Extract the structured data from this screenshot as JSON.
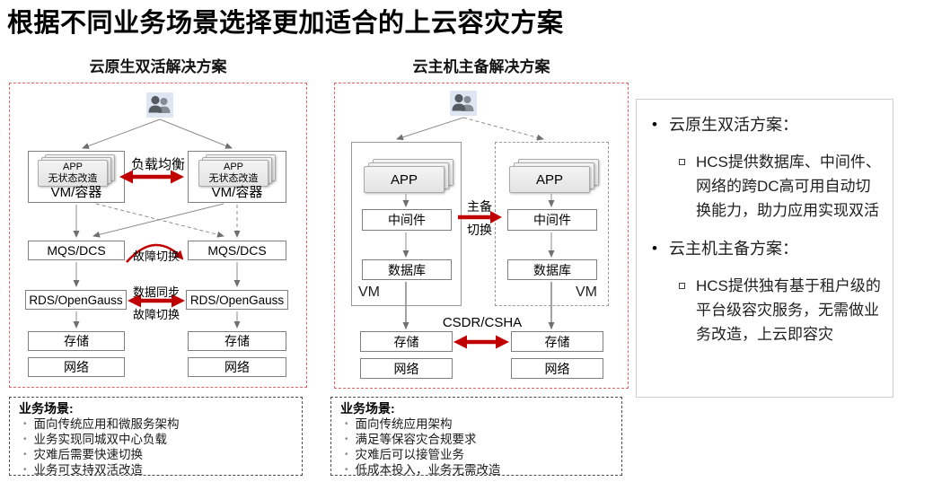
{
  "title": "根据不同业务场景选择更加适合的上云容灾方案",
  "colors": {
    "accent_red": "#c00000",
    "frame_dashed_red": "#e06666",
    "node_border_gray": "#7f7f7f",
    "user_icon_bg": "#dde6f1"
  },
  "left_solution": {
    "header": "云原生双活解决方案",
    "app_card": {
      "line1": "APP",
      "line2": "无状态改造"
    },
    "vm_label": "VM/容器",
    "load_balance_label": "负载均衡",
    "mqs_label": "MQS/DCS",
    "failover_label": "故障切换",
    "rds_label": "RDS/OpenGauss",
    "sync_label_line1": "数据同步",
    "sync_label_line2": "故障切换",
    "storage_label": "存储",
    "network_label": "网络",
    "scenario": {
      "heading": "业务场景:",
      "items": [
        "面向传统应用和微服务架构",
        "业务实现同城双中心负载",
        "灾难后需要快速切换",
        "业务可支持双活改造"
      ]
    }
  },
  "middle_solution": {
    "header": "云主机主备解决方案",
    "app_label": "APP",
    "middleware_label": "中间件",
    "database_label": "数据库",
    "vm_label": "VM",
    "switch_label_line1": "主备",
    "switch_label_line2": "切换",
    "storage_link_label": "CSDR/CSHA",
    "storage_label": "存储",
    "network_label": "网络",
    "scenario": {
      "heading": "业务场景:",
      "items": [
        "面向传统应用架构",
        "满足等保容灾合规要求",
        "灾难后可以接管业务",
        "低成本投入，业务无需改造"
      ]
    }
  },
  "right_panel": {
    "sections": [
      {
        "title": "云原生双活方案：",
        "detail": "HCS提供数据库、中间件、网络的跨DC高可用自动切换能力，助力应用实现双活"
      },
      {
        "title": "云主机主备方案：",
        "detail": "HCS提供独有基于租户级的平台级容灾服务，无需做业务改造，上云即容灾"
      }
    ]
  }
}
